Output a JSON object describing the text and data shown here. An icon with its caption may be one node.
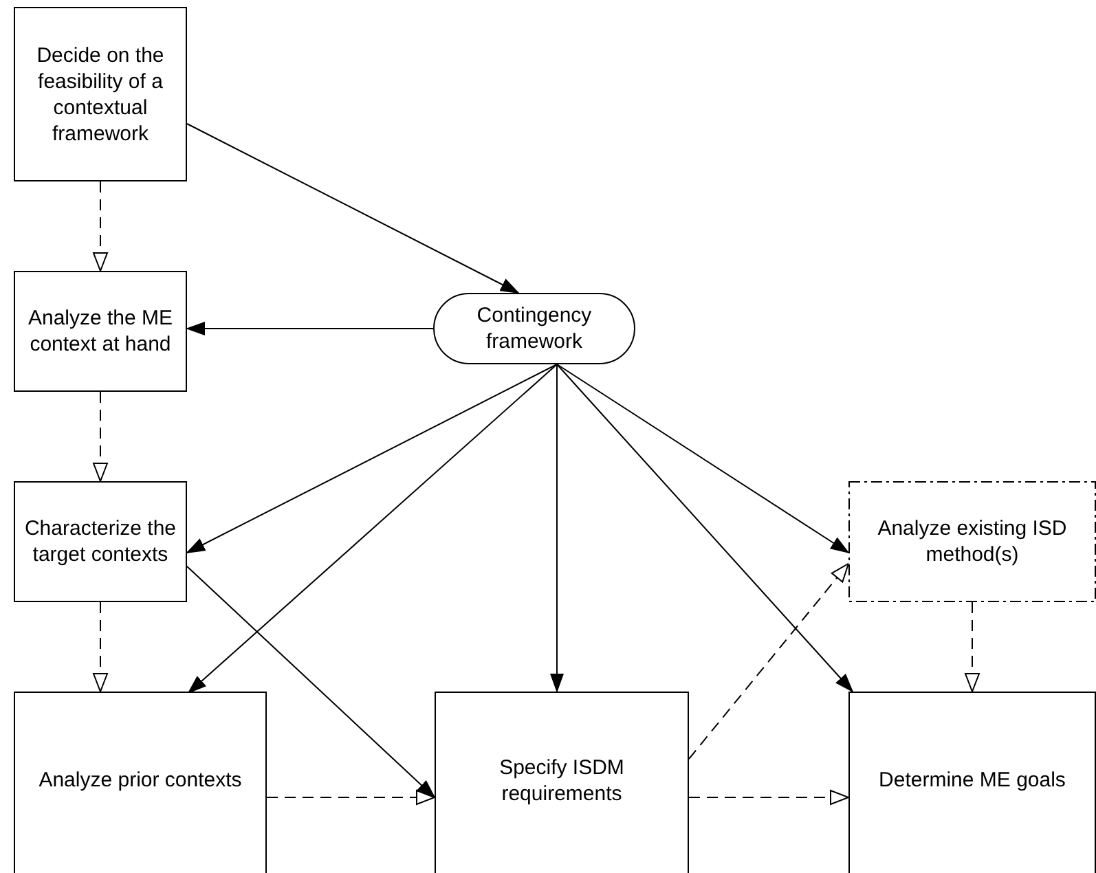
{
  "diagram": {
    "nodes": [
      {
        "text": [
          "Decide on the feasibility of a contextual framework"
        ]
      },
      {
        "text": [
          "Analyze the ME context at hand"
        ]
      },
      {
        "text": [
          "Contingency framework"
        ]
      },
      {
        "text": [
          "Characterize the target contexts"
        ]
      },
      {
        "text": [
          "Analyze existing ISD method(s)"
        ]
      },
      {
        "text": [
          "Analyze prior contexts"
        ]
      },
      {
        "text": [
          "Specify ISDM requirements"
        ]
      },
      {
        "text": [
          "Determine ME goals"
        ]
      }
    ],
    "edges": [
      {
        "from": 0,
        "to": 2,
        "arrow": "to"
      },
      {
        "from": 0,
        "to": 1,
        "arrow": "to",
        "style": "dashed"
      },
      {
        "from": 2,
        "to": 1,
        "arrow": "to"
      },
      {
        "from": 1,
        "to": 3,
        "arrow": "to",
        "style": "dashed"
      },
      {
        "from": 2,
        "to": 3,
        "arrow": "to"
      },
      {
        "from": 2,
        "to": 5,
        "arrow": "to"
      },
      {
        "from": 2,
        "to": 6,
        "arrow": "to"
      },
      {
        "from": 2,
        "to": 4,
        "arrow": "to"
      },
      {
        "from": 2,
        "to": 7,
        "arrow": "to"
      },
      {
        "from": 3,
        "to": 5,
        "arrow": "to",
        "style": "dashed"
      },
      {
        "from": 3,
        "to": 6,
        "arrow": "to"
      },
      {
        "from": 5,
        "to": 6,
        "arrow": "to",
        "style": "dashed"
      },
      {
        "from": 6,
        "to": 4,
        "arrow": "to",
        "style": "dashed"
      },
      {
        "from": 6,
        "to": 7,
        "arrow": "to",
        "style": "dashed"
      },
      {
        "from": 4,
        "to": 7,
        "arrow": "to",
        "style": "dashed"
      }
    ]
  }
}
